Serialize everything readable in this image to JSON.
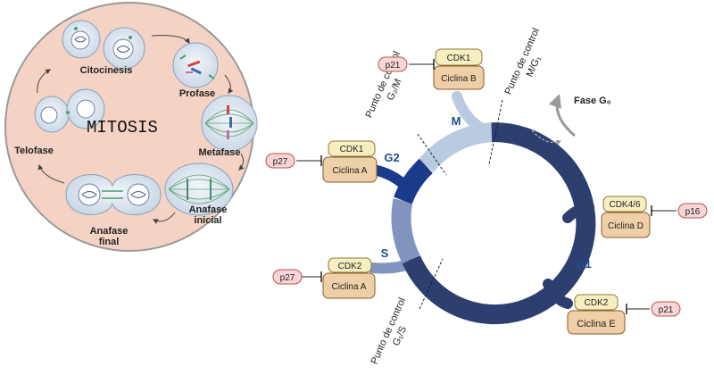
{
  "mitosis": {
    "title": "MITOSIS",
    "stages": {
      "citocinesis": "Citocinesis",
      "profase": "Profase",
      "metafase": "Metafase",
      "anafase_inicial_1": "Anafase",
      "anafase_inicial_2": "inicial",
      "anafase_final_1": "Anafase",
      "anafase_final_2": "final",
      "telofase": "Telofase"
    }
  },
  "cycle": {
    "phases": {
      "m": "M",
      "g1": "G1",
      "s": "S",
      "g2": "G2"
    },
    "fase_g0": "Fase G₀",
    "checkpoints": {
      "g2m_line1": "Punto de control",
      "g2m_line2": "G₂/M",
      "mg1_line1": "Punto de control",
      "mg1_line2": "M/G₁",
      "g1s_line1": "Punto de control",
      "g1s_line2": "G₁/S"
    }
  },
  "complexes": {
    "m": {
      "cdk": "CDK1",
      "cyclin": "Ciclina B",
      "inhibitor": "p21"
    },
    "g2": {
      "cdk": "CDK1",
      "cyclin": "Ciclina A",
      "inhibitor": "p27"
    },
    "s": {
      "cdk": "CDK2",
      "cyclin": "Ciclina A",
      "inhibitor": "p27"
    },
    "g1_early": {
      "cdk": "CDK4/6",
      "cyclin": "Ciclina D",
      "inhibitor": "p16"
    },
    "g1_late": {
      "cdk": "CDK2",
      "cyclin": "Ciclina E",
      "inhibitor": "p21"
    }
  },
  "colors": {
    "cell_fill": "#f4d2c4",
    "cell_stroke": "#9a9a9a",
    "m_phase": "#b9cbe1",
    "g1_phase": "#2c3f6e",
    "s_phase": "#8094bd",
    "g2_phase": "#1a3a8a",
    "cdk_fill": "#f7eec1",
    "cyclin_fill": "#efcfa7",
    "inhibitor_fill": "#f6d6d6",
    "inhibitor_stroke": "#c0504d",
    "phase_label": "#1f4f8a"
  }
}
